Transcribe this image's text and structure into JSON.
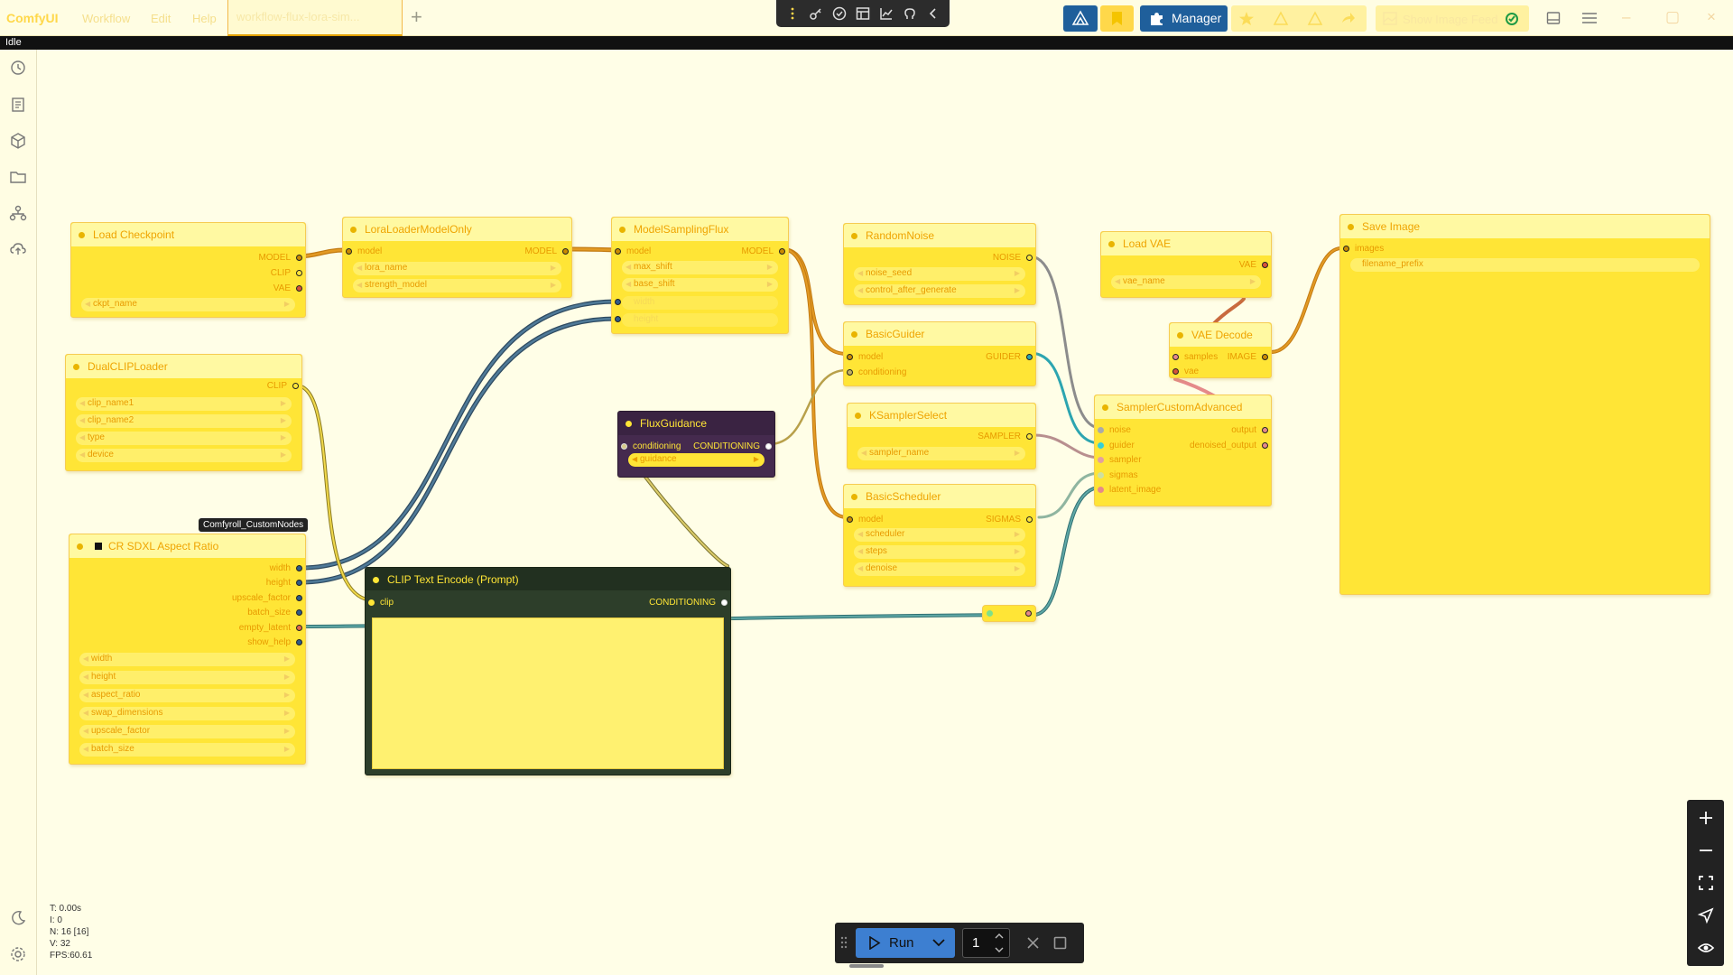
{
  "app": {
    "brand": "ComfyUI",
    "menu": [
      "Workflow",
      "Edit",
      "Help"
    ],
    "tab_label": "workflow-flux-lora-sim...",
    "new_tab": "+",
    "manager_label": "Manager",
    "image_feed_label": "Show Image Feed",
    "status": "Idle"
  },
  "canvas": {
    "background": "#fffee7",
    "node_color": "#ffe536",
    "node_title_color": "#fff9a2"
  },
  "nodes": {
    "load_checkpoint": {
      "title": "Load Checkpoint",
      "outputs": [
        "MODEL",
        "CLIP",
        "VAE"
      ],
      "widgets": [
        "ckpt_name"
      ]
    },
    "lora_loader": {
      "title": "LoraLoaderModelOnly",
      "inputs": [
        "model"
      ],
      "outputs": [
        "MODEL"
      ],
      "widgets": [
        "lora_name",
        "strength_model"
      ]
    },
    "model_sampling_flux": {
      "title": "ModelSamplingFlux",
      "inputs": [
        "model"
      ],
      "outputs": [
        "MODEL"
      ],
      "widgets": [
        "max_shift",
        "base_shift",
        "width",
        "height"
      ]
    },
    "random_noise": {
      "title": "RandomNoise",
      "outputs": [
        "NOISE"
      ],
      "widgets": [
        "noise_seed",
        "control_after_generate"
      ]
    },
    "load_vae": {
      "title": "Load VAE",
      "outputs": [
        "VAE"
      ],
      "widgets": [
        "vae_name"
      ]
    },
    "save_image": {
      "title": "Save Image",
      "inputs": [
        "images"
      ],
      "widgets": [
        "filename_prefix"
      ]
    },
    "dual_clip": {
      "title": "DualCLIPLoader",
      "outputs": [
        "CLIP"
      ],
      "widgets": [
        "clip_name1",
        "clip_name2",
        "type",
        "device"
      ]
    },
    "basic_guider": {
      "title": "BasicGuider",
      "inputs": [
        "model",
        "conditioning"
      ],
      "outputs": [
        "GUIDER"
      ]
    },
    "vae_decode": {
      "title": "VAE Decode",
      "inputs": [
        "samples",
        "vae"
      ],
      "outputs": [
        "IMAGE"
      ]
    },
    "flux_guidance": {
      "title": "FluxGuidance",
      "inputs": [
        "conditioning"
      ],
      "outputs": [
        "CONDITIONING"
      ],
      "widgets": [
        "guidance"
      ]
    },
    "ksampler_select": {
      "title": "KSamplerSelect",
      "outputs": [
        "SAMPLER"
      ],
      "widgets": [
        "sampler_name"
      ]
    },
    "sampler_custom_adv": {
      "title": "SamplerCustomAdvanced",
      "inputs": [
        "noise",
        "guider",
        "sampler",
        "sigmas",
        "latent_image"
      ],
      "outputs": [
        "output",
        "denoised_output"
      ]
    },
    "basic_scheduler": {
      "title": "BasicScheduler",
      "inputs": [
        "model"
      ],
      "outputs": [
        "SIGMAS"
      ],
      "widgets": [
        "scheduler",
        "steps",
        "denoise"
      ]
    },
    "cr_aspect": {
      "title": "CR SDXL Aspect Ratio",
      "badge": "Comfyroll_CustomNodes",
      "outputs": [
        "width",
        "height",
        "upscale_factor",
        "batch_size",
        "empty_latent",
        "show_help"
      ],
      "widgets": [
        "width",
        "height",
        "aspect_ratio",
        "swap_dimensions",
        "upscale_factor",
        "batch_size"
      ]
    },
    "clip_text_encode": {
      "title": "CLIP Text Encode (Prompt)",
      "inputs": [
        "clip"
      ],
      "outputs": [
        "CONDITIONING"
      ]
    }
  },
  "run": {
    "label": "Run",
    "queue_count": "1"
  },
  "stats": {
    "t": "T: 0.00s",
    "i": "I: 0",
    "n": "N: 16 [16]",
    "v": "V: 32",
    "fps": "FPS:60.61"
  },
  "icons": [
    "history-icon",
    "queue-icon",
    "model-library-icon",
    "workflows-icon",
    "node-library-icon",
    "templates-icon",
    "theme-icon",
    "settings-icon",
    "zoom-in-icon",
    "zoom-out-icon",
    "fit-view-icon",
    "locate-icon",
    "visibility-icon"
  ]
}
